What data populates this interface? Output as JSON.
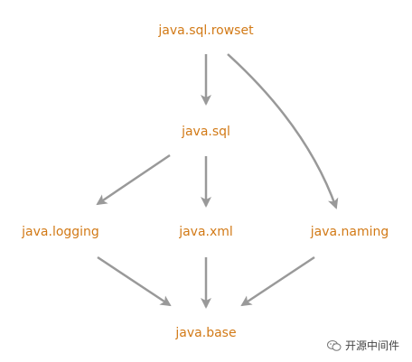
{
  "diagram": {
    "label_color": "#d27a17",
    "edge_color": "#999999",
    "nodes": {
      "rowset": "java.sql.rowset",
      "sql": "java.sql",
      "logging": "java.logging",
      "xml": "java.xml",
      "naming": "java.naming",
      "base": "java.base"
    },
    "edges": [
      {
        "from": "rowset",
        "to": "sql"
      },
      {
        "from": "rowset",
        "to": "naming"
      },
      {
        "from": "sql",
        "to": "logging"
      },
      {
        "from": "sql",
        "to": "xml"
      },
      {
        "from": "logging",
        "to": "base"
      },
      {
        "from": "xml",
        "to": "base"
      },
      {
        "from": "naming",
        "to": "base"
      }
    ]
  },
  "watermark": {
    "text": "开源中间件",
    "icon": "wechat-icon"
  }
}
